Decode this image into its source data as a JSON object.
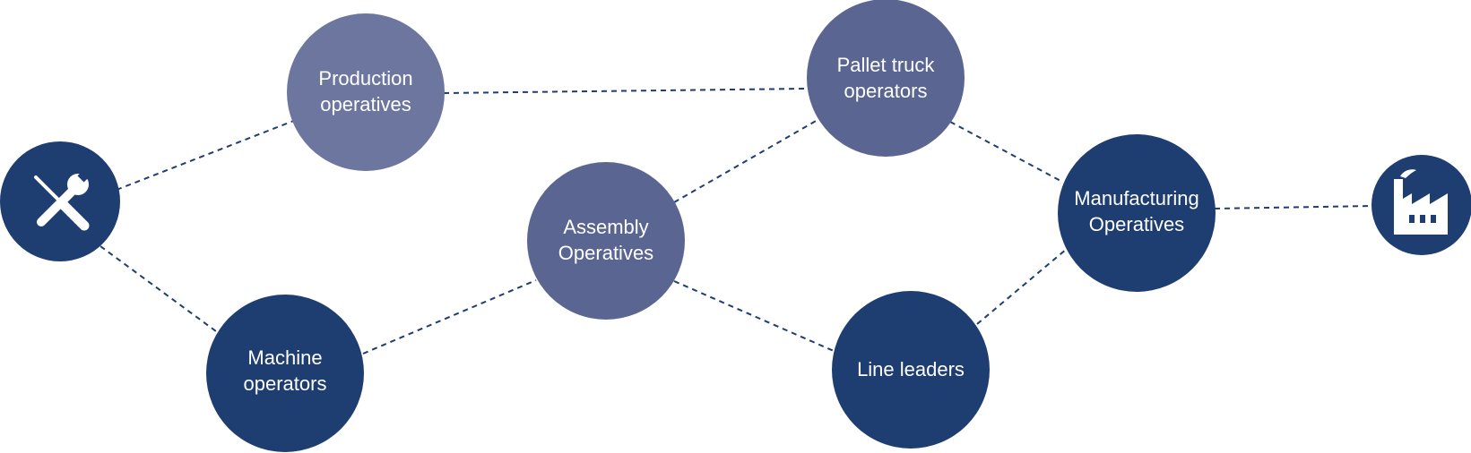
{
  "colors": {
    "light_node": "#6c769f",
    "mid_node": "#5a6592",
    "dark_node": "#1e3d70",
    "connector": "#1e3d70",
    "background": "#ffffff"
  },
  "nodes": {
    "tools": {
      "icon": "wrench-screwdriver-icon"
    },
    "production_operatives": {
      "line1": "Production",
      "line2": "operatives"
    },
    "machine_operators": {
      "line1": "Machine",
      "line2": "operators"
    },
    "assembly_operatives": {
      "line1": "Assembly",
      "line2": "Operatives"
    },
    "pallet_truck_operators": {
      "line1": "Pallet truck",
      "line2": "operators"
    },
    "line_leaders": {
      "line1": "Line leaders"
    },
    "manufacturing_operatives": {
      "line1": "Manufacturing",
      "line2": "Operatives"
    },
    "factory": {
      "icon": "factory-icon"
    }
  }
}
